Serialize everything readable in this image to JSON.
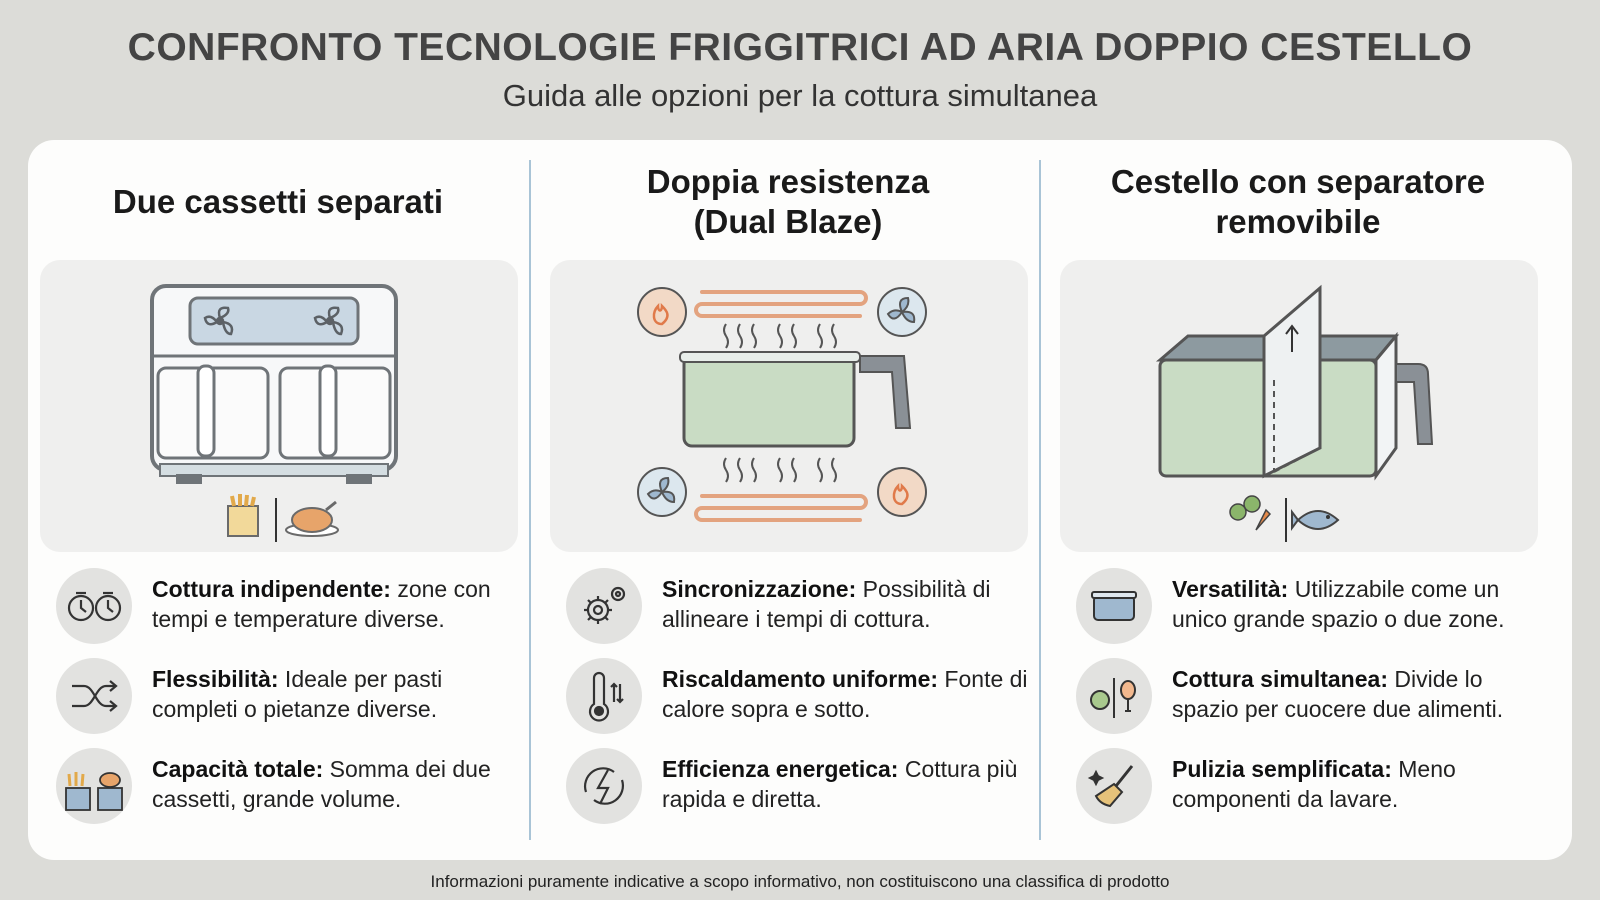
{
  "header": {
    "title": "CONFRONTO TECNOLOGIE FRIGGITRICI AD ARIA DOPPIO CESTELLO",
    "subtitle": "Guida alle opzioni per la cottura simultanea"
  },
  "columns": [
    {
      "title_line1": "Due cassetti separati",
      "title_line2": "",
      "illustration": "dual-drawer-air-fryer",
      "features": [
        {
          "icon": "two-timers-icon",
          "title": "Cottura indipendente:",
          "text": " zone con tempi e temperature diverse."
        },
        {
          "icon": "shuffle-icon",
          "title": "Flessibilità:",
          "text": " Ideale per pasti completi o pietanze diverse."
        },
        {
          "icon": "fries-chicken-baskets-icon",
          "title": "Capacità totale:",
          "text": " Somma dei due cassetti, grande volume."
        }
      ]
    },
    {
      "title_line1": "Doppia resistenza",
      "title_line2": "(Dual Blaze)",
      "illustration": "dual-heating-element-basket",
      "features": [
        {
          "icon": "gears-icon",
          "title": "Sincronizzazione:",
          "text": " Possibilità di allineare i tempi di cottura."
        },
        {
          "icon": "thermometer-icon",
          "title": "Riscaldamento uniforme:",
          "text": " Fonte di calore sopra e sotto."
        },
        {
          "icon": "energy-icon",
          "title": "Efficienza energetica:",
          "text": " Cottura più rapida e diretta."
        }
      ]
    },
    {
      "title_line1": "Cestello con separatore",
      "title_line2": "removibile",
      "illustration": "basket-with-divider",
      "features": [
        {
          "icon": "single-basket-icon",
          "title": "Versatilità:",
          "text": " Utilizzabile come un unico grande spazio o due zone."
        },
        {
          "icon": "apple-drumstick-icon",
          "title": "Cottura simultanea:",
          "text": " Divide lo spazio per cuocere due alimenti."
        },
        {
          "icon": "cleaning-brush-icon",
          "title": "Pulizia semplificata:",
          "text": " Meno componenti da lavare."
        }
      ]
    }
  ],
  "footer": "Informazioni puramente indicative a scopo informativo, non costituiscono una classifica di prodotto",
  "colors": {
    "background": "#dcdcd8",
    "card": "#fdfdfc",
    "panel": "#efefee",
    "accent_green": "#c9dcc4",
    "divider": "#a9c4d6",
    "heat": "#e3a37f"
  }
}
